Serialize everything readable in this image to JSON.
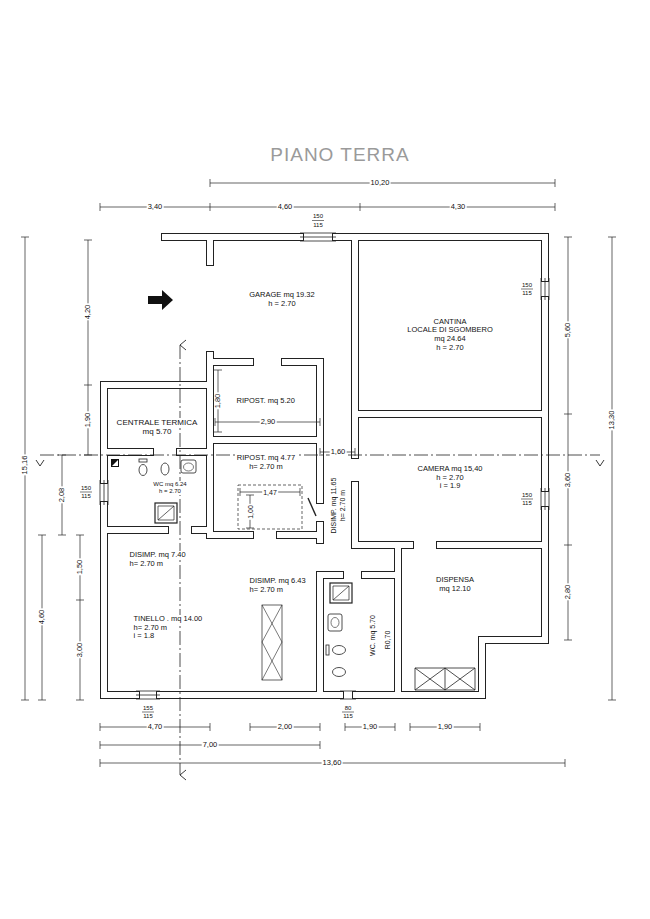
{
  "diagram": {
    "title": "PIANO TERRA",
    "nodes": [
      {
        "text": [
          "GARAGE mq 19.32",
          "h = 2.70"
        ]
      },
      {
        "text": [
          "CANTINA",
          "LOCALE DI SGOMBERO",
          "mq 24.64",
          "h = 2.70"
        ]
      },
      {
        "text": [
          "CENTRALE TERMICA",
          "mq 5.70"
        ]
      },
      {
        "text": [
          "RIPOST. mq 5.20"
        ]
      },
      {
        "text": [
          "RIPOST. mq 4.77",
          "h= 2.70 m"
        ]
      },
      {
        "text": [
          "WC mq 6.24",
          "h = 2.70"
        ]
      },
      {
        "text": [
          "CAMERA mq 15,40",
          "h = 2.70",
          "i = 1.9"
        ]
      },
      {
        "text": [
          "DISIMP. mq 11.65",
          "h= 2.70 m"
        ]
      },
      {
        "text": [
          "DISIMP. mq 7.40",
          "h= 2.70 m"
        ]
      },
      {
        "text": [
          "TINELLO . mq 14.00",
          "h= 2.70 m",
          "i = 1.8"
        ]
      },
      {
        "text": [
          "DISIMP. mq 6.43",
          "h= 2.70 m"
        ]
      },
      {
        "text": [
          "DISPENSA",
          "mq 12.10"
        ]
      },
      {
        "text": [
          "WC. mq 5.70"
        ]
      }
    ],
    "labels": [
      "10,20",
      "3,40",
      "4,60",
      "150",
      "115",
      "4,30",
      "4,20",
      "150",
      "115",
      "5,60",
      "1,90",
      "13,30",
      "1,80",
      "2,90",
      "15,16",
      "2,08",
      "150",
      "115",
      "1,60",
      "1,47",
      "1,00",
      "3,60",
      "150",
      "115",
      "1,50",
      "4,60",
      "3,00",
      "2,80",
      "R0,70",
      "155",
      "115",
      "80",
      "115",
      "4,70",
      "2,00",
      "1,90",
      "1,90",
      "7,00",
      "13,60"
    ]
  }
}
